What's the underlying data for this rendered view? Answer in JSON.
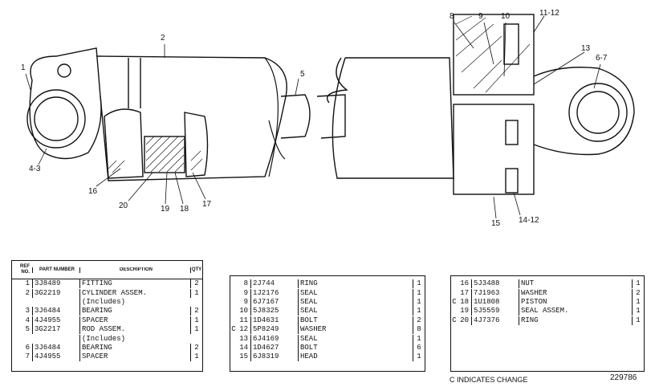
{
  "drawing": {
    "callouts": [
      "1",
      "2",
      "4-3",
      "5",
      "6-7",
      "8",
      "9",
      "10",
      "11-12",
      "13",
      "14-12",
      "15",
      "16",
      "17",
      "18",
      "19",
      "20"
    ]
  },
  "table_left": {
    "headers": {
      "ref": "REF NO.",
      "part": "PART NUMBER",
      "desc": "DESCRIPTION",
      "qty": "QTY"
    },
    "rows": [
      {
        "mark": "",
        "ref": "1",
        "part": "3J8489",
        "desc": "FITTING",
        "qty": "2"
      },
      {
        "mark": "",
        "ref": "2",
        "part": "3G2219",
        "desc": "CYLINDER ASSEM.",
        "qty": "1"
      },
      {
        "mark": "",
        "ref": "",
        "part": "",
        "desc": "(Includes)",
        "qty": ""
      },
      {
        "mark": "",
        "ref": "3",
        "part": "3J6484",
        "desc": "BEARING",
        "qty": "2"
      },
      {
        "mark": "",
        "ref": "4",
        "part": "4J4955",
        "desc": "SPACER",
        "qty": "1"
      },
      {
        "mark": "",
        "ref": "5",
        "part": "3G2217",
        "desc": "ROD ASSEM.",
        "qty": "1"
      },
      {
        "mark": "",
        "ref": "",
        "part": "",
        "desc": "(Includes)",
        "qty": ""
      },
      {
        "mark": "",
        "ref": "6",
        "part": "3J6484",
        "desc": "BEARING",
        "qty": "2"
      },
      {
        "mark": "",
        "ref": "7",
        "part": "4J4955",
        "desc": "SPACER",
        "qty": "1"
      }
    ]
  },
  "table_mid": {
    "rows": [
      {
        "mark": "",
        "ref": "8",
        "part": "2J744",
        "desc": "RING",
        "qty": "1"
      },
      {
        "mark": "",
        "ref": "9",
        "part": "1J2176",
        "desc": "SEAL",
        "qty": "1"
      },
      {
        "mark": "",
        "ref": "9",
        "part": "6J7167",
        "desc": "SEAL",
        "qty": "1"
      },
      {
        "mark": "",
        "ref": "10",
        "part": "5J8325",
        "desc": "SEAL",
        "qty": "1"
      },
      {
        "mark": "",
        "ref": "11",
        "part": "1D4631",
        "desc": "BOLT",
        "qty": "2"
      },
      {
        "mark": "C",
        "ref": "12",
        "part": "5P8249",
        "desc": "WASHER",
        "qty": "8"
      },
      {
        "mark": "",
        "ref": "13",
        "part": "6J4169",
        "desc": "SEAL",
        "qty": "1"
      },
      {
        "mark": "",
        "ref": "14",
        "part": "1D4627",
        "desc": "BOLT",
        "qty": "6"
      },
      {
        "mark": "",
        "ref": "15",
        "part": "6J8319",
        "desc": "HEAD",
        "qty": "1"
      }
    ]
  },
  "table_right": {
    "rows": [
      {
        "mark": "",
        "ref": "16",
        "part": "5J3488",
        "desc": "NUT",
        "qty": "1"
      },
      {
        "mark": "",
        "ref": "17",
        "part": "7J1963",
        "desc": "WASHER",
        "qty": "2"
      },
      {
        "mark": "C",
        "ref": "18",
        "part": "1U1808",
        "desc": "PISTON",
        "qty": "1"
      },
      {
        "mark": "",
        "ref": "19",
        "part": "5J5559",
        "desc": "SEAL ASSEM.",
        "qty": "1"
      },
      {
        "mark": "C",
        "ref": "20",
        "part": "4J7376",
        "desc": "RING",
        "qty": "1"
      }
    ]
  },
  "footer": {
    "note": "C INDICATES CHANGE",
    "illustration_number": "229786"
  }
}
